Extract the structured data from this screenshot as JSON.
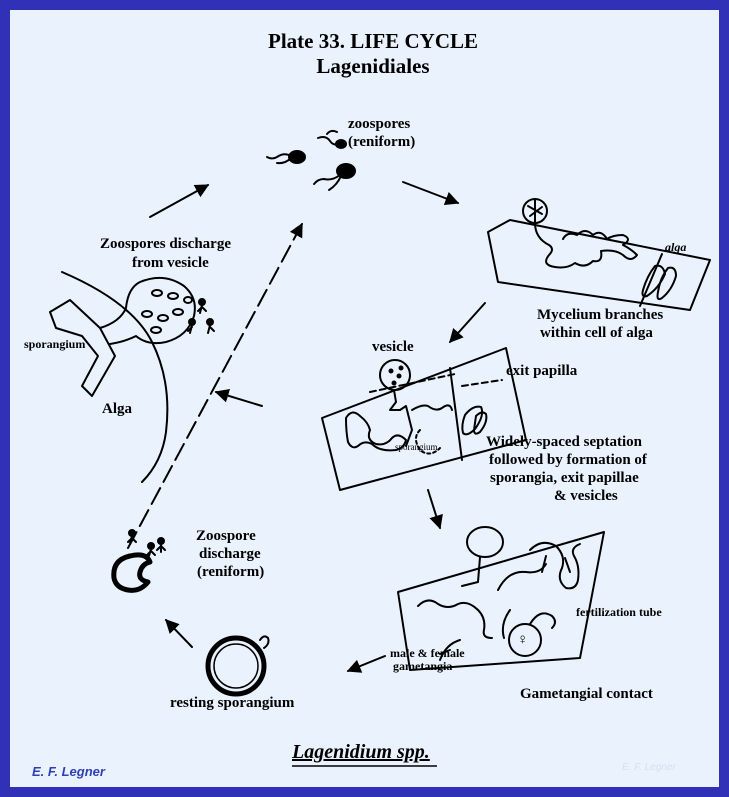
{
  "plate": {
    "title": "Plate 33.  LIFE CYCLE",
    "subtitle": "Lagenidiales"
  },
  "labels": {
    "zoospores": "zoospores",
    "reniform": "(reniform)",
    "mycelium_line1": "Mycelium branches",
    "mycelium_line2": "within cell of alga",
    "alga_inset": "alga",
    "vesicle": "vesicle",
    "exit_papilla": "exit papilla",
    "sporangium_small": "sporangium",
    "septation_line1": "Widely-spaced septation",
    "septation_line2": "followed by formation of",
    "septation_line3": "sporangia, exit papillae",
    "septation_line4": "& vesicles",
    "fertilization_tube": "fertilization tube",
    "male_female_line1": "male & female",
    "male_female_line2": "gametangia",
    "female_symbol": "♀",
    "gametangial_contact": "Gametangial contact",
    "resting_sporangium": "resting sporangium",
    "zoospore_discharge_line1": "Zoospore",
    "zoospore_discharge_line2": "discharge",
    "zoospore_discharge_line3": "(reniform)",
    "zoospores_discharge_line1": "Zoospores discharge",
    "zoospores_discharge_line2": "from vesicle",
    "sporangium_left": "sporangium",
    "alga_left": "Alga"
  },
  "footer": {
    "species": "Lagenidium spp.",
    "author": "E. F. Legner",
    "watermark": "E. F. Legner"
  },
  "colors": {
    "frame": "#3131b8",
    "panel": "#eaf3fd",
    "author": "#2d3fb5",
    "ink": "#000000"
  }
}
